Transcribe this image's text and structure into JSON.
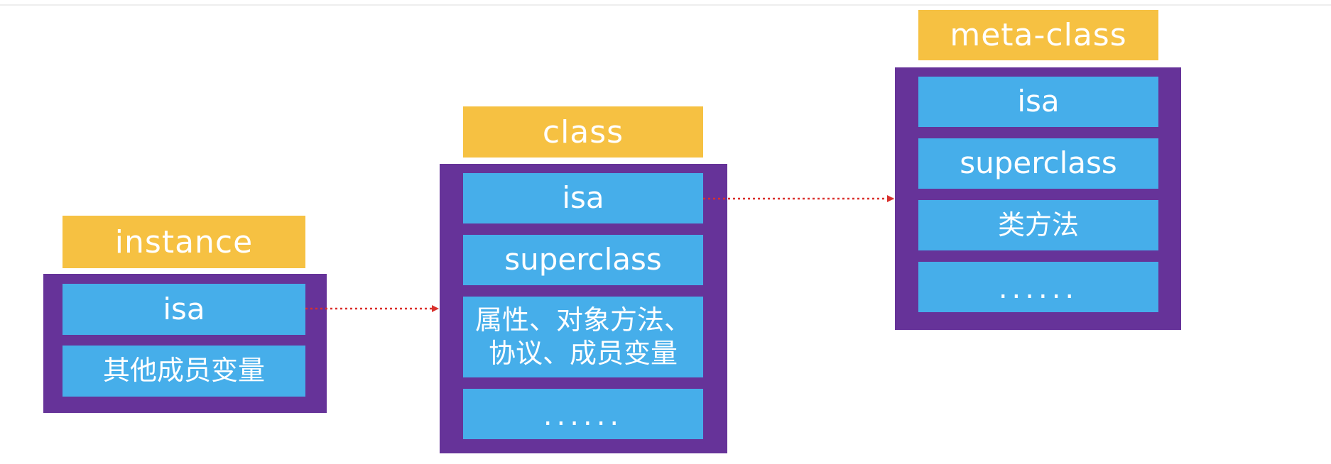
{
  "instance": {
    "title": "instance",
    "fields": [
      "isa",
      "其他成员变量"
    ]
  },
  "class": {
    "title": "class",
    "fields": [
      "isa",
      "superclass",
      "属性、对象方法、协议、成员变量",
      "......"
    ]
  },
  "meta_class": {
    "title": "meta-class",
    "fields": [
      "isa",
      "superclass",
      "类方法",
      "......"
    ]
  },
  "colors": {
    "label_bg": "#f6c142",
    "frame_bg": "#663399",
    "cell_bg": "#46aeea",
    "arrow": "#d9302c"
  }
}
